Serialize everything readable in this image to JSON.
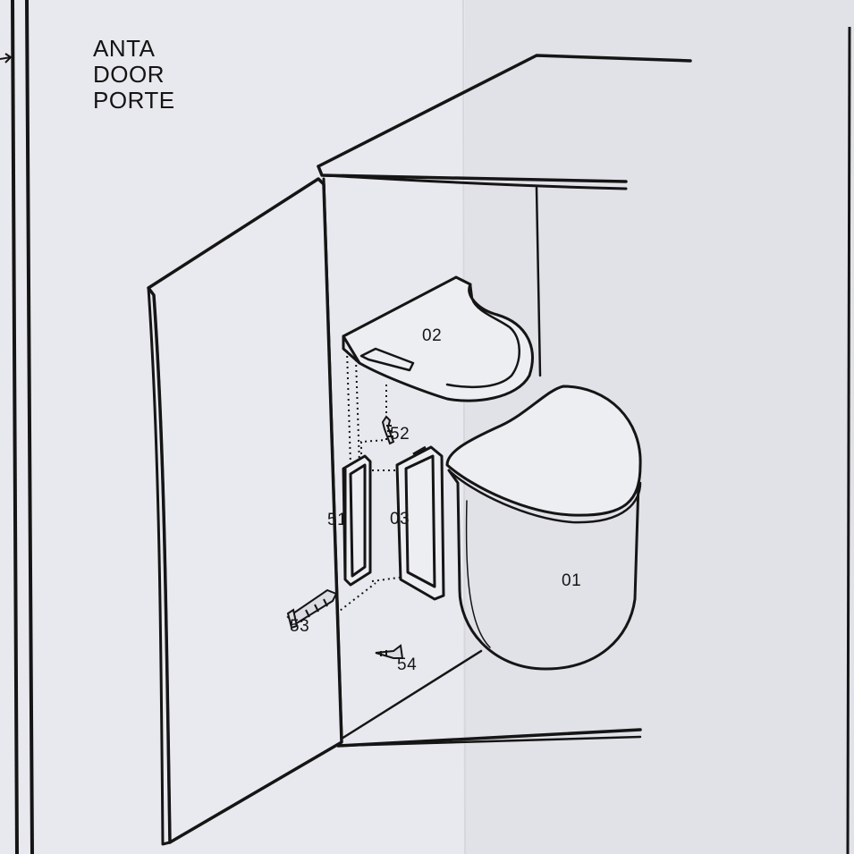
{
  "title": {
    "line1": "ANTA",
    "line2": "DOOR",
    "line3": "PORTE"
  },
  "parts": {
    "p01": "01",
    "p02": "02",
    "p03": "03",
    "p51": "51",
    "p52": "52",
    "p53": "53",
    "p54": "54"
  }
}
